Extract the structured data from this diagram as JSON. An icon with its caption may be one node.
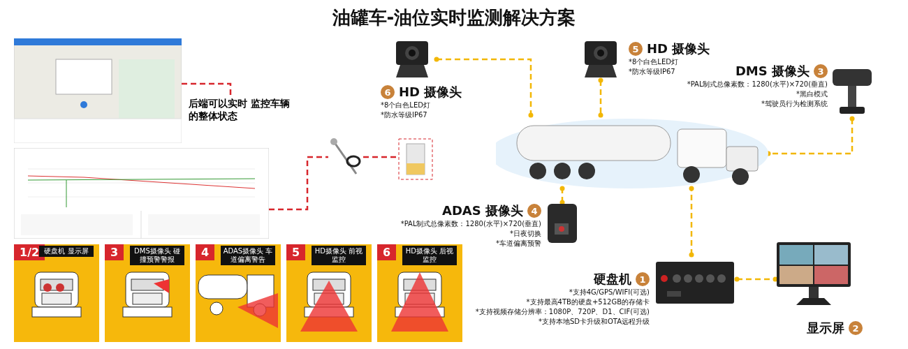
{
  "diagram": {
    "title": "油罐车-油位实时监测解决方案",
    "nodes": [
      {
        "text": [],
        "shape": "picture"
      },
      {
        "text": [],
        "shape": "picture"
      },
      {
        "text": [],
        "shape": "picture"
      },
      {
        "text": [],
        "shape": "picture"
      },
      {
        "text": [],
        "shape": "picture"
      },
      {
        "text": [],
        "shape": "picture"
      },
      {
        "text": [],
        "shape": "picture"
      },
      {
        "text": [
          "6",
          "HD 摄像头",
          "*8个白色LED灯",
          "*防水等级IP67"
        ]
      },
      {
        "text": [
          "5",
          "HD 摄像头",
          "*8个白色LED灯",
          "*防水等级IP67"
        ]
      },
      {
        "text": [
          "DMS 摄像头",
          "3",
          "*PAL制式总像素数：1280(水平)×720(垂直)",
          "*黑白模式",
          "*驾驶员行为检测系统"
        ]
      },
      {
        "text": [
          "ADAS 摄像头",
          "4",
          "*PAL制式总像素数：1280(水平)×720(垂直)",
          "*日夜切换",
          "*车道偏离预警"
        ]
      },
      {
        "text": [
          "硬盘机",
          "1",
          "*支持4G/GPS/WIFI(可选)",
          "*支持最高4TB的硬盘+512GB的存储卡",
          "*支持视频存储分辨率：1080P、720P、D1、CIF(可选)",
          "*支持本地SD卡升级和OTA远程升级"
        ]
      },
      {
        "text": [
          "显示屏",
          "2"
        ]
      },
      {
        "text": [],
        "shape": "picture"
      },
      {
        "text": [],
        "shape": "picture"
      },
      {
        "text": [
          "后端可以实时 监控车辆的整体状态"
        ]
      },
      {
        "text": [],
        "shape": "picture"
      },
      {
        "text": [],
        "shape": "picture"
      },
      {
        "text": [
          "1/2",
          "硬盘机 显示屏"
        ]
      },
      {
        "text": [
          "3",
          "DMS摄像头 碰撞预警警报"
        ]
      },
      {
        "text": [
          "4",
          "ADAS摄像头 车道偏离警告"
        ]
      },
      {
        "text": [
          "5",
          "HD摄像头 前视监控"
        ]
      },
      {
        "text": [
          "6",
          "HD摄像头 后视监控"
        ]
      }
    ],
    "edges": [
      {
        "from": 0,
        "to": 6,
        "arrow": "other",
        "style": "dashed"
      },
      {
        "from": 1,
        "to": 6,
        "arrow": "other",
        "style": "dashed"
      },
      {
        "from": 2,
        "to": 6,
        "arrow": "other",
        "style": "dashed"
      },
      {
        "from": 3,
        "to": 6,
        "arrow": "other",
        "style": "dashed"
      },
      {
        "from": 4,
        "to": 6,
        "arrow": "other",
        "style": "dashed"
      },
      {
        "from": 4,
        "to": 5,
        "arrow": "other",
        "style": "dashed"
      },
      {
        "from": 13,
        "to": 15,
        "arrow": "none",
        "style": "dashed",
        "color": "#d7262c"
      },
      {
        "from": 14,
        "to": 16,
        "arrow": "none",
        "style": "dashed",
        "color": "#d7262c"
      },
      {
        "from": 16,
        "to": 17,
        "arrow": "none",
        "style": "dashed",
        "color": "#d7262c"
      }
    ]
  }
}
